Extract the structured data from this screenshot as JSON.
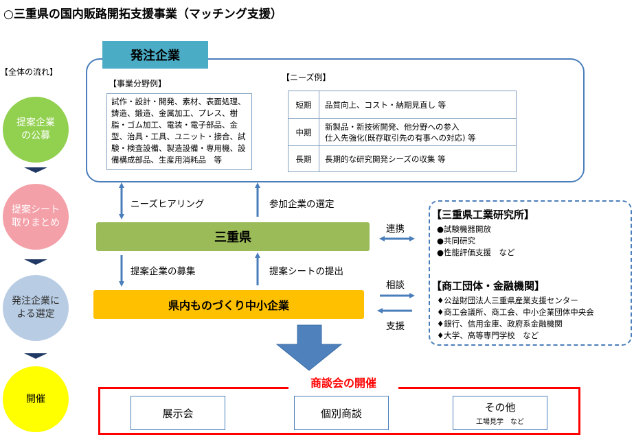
{
  "title": "○三重県の国内販路開拓支援事業（マッチング支援）",
  "flow": {
    "label": "【全体の流れ】",
    "steps": [
      {
        "line1": "提案企業",
        "line2": "の公募",
        "color": "#92d050"
      },
      {
        "line1": "提案シート",
        "line2": "取りまとめ",
        "color": "#f4a0a8"
      },
      {
        "line1": "発注企業に",
        "line2": "よる選定",
        "color": "#b8cce4"
      },
      {
        "line1": "開催",
        "line2": "",
        "color": "#ffff00"
      }
    ]
  },
  "hatchu": {
    "header": "発注企業",
    "bunya_label": "【事業分野例】",
    "bunya_lines": [
      "試作・設計・開発、素材、表面処理、",
      "鋳造、鍛造、金属加工、プレス、樹",
      "脂・ゴム加工、電装・電子部品、金",
      "型、治具・工具、ユニット・接合、試",
      "験・検査設備、製造設備・専用機、設",
      "備構成部品、生産用消耗品　等"
    ],
    "needs_label": "【ニーズ例】",
    "needs": [
      {
        "term": "短期",
        "line1": "品質向上、コスト・納期見直し 等",
        "line2": ""
      },
      {
        "term": "中期",
        "line1": "新製品・新技術開発、他分野への参入",
        "line2": "仕入先強化(既存取引先の有事への対応) 等"
      },
      {
        "term": "長期",
        "line1": "長期的な研究開発シーズの収集 等",
        "line2": ""
      }
    ]
  },
  "arrows": {
    "needs_hearing": "ニーズヒアリング",
    "selection": "参加企業の選定",
    "recruit": "提案企業の募集",
    "submit": "提案シートの提出",
    "renkei": "連携",
    "soudan": "相談",
    "shien": "支援"
  },
  "mie": {
    "label": "三重県"
  },
  "chusho": {
    "label": "県内ものづくり中小企業"
  },
  "orgs": {
    "research_title": "【三重県工業研究所】",
    "research_items": [
      "●試験機器開放",
      "●共同研究",
      "●性能評価支援　など"
    ],
    "commerce_title": "【商工団体・金融機関】",
    "commerce_items": [
      "♦公益財団法人三重県産業支援センター",
      "♦商工会議所、商工会、中小企業団体中央会",
      "♦銀行、信用金庫、政府系金融機関",
      "♦大学、高等専門学校　など"
    ]
  },
  "event": {
    "title": "商談会の開催",
    "items": [
      {
        "label": "展示会",
        "sub": ""
      },
      {
        "label": "個別商談",
        "sub": ""
      },
      {
        "label": "その他",
        "sub": "工場見学　など"
      }
    ]
  }
}
